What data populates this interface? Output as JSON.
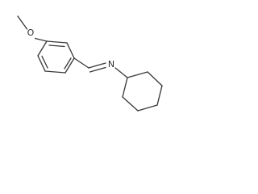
{
  "molecule": {
    "atoms": {
      "oxygen": {
        "element": "O",
        "label": "O"
      },
      "nitrogen": {
        "element": "N",
        "label": "N"
      }
    },
    "colors": {
      "bond": "#3a3a3a",
      "label": "#2b2b2b",
      "background": "#ffffff"
    }
  }
}
